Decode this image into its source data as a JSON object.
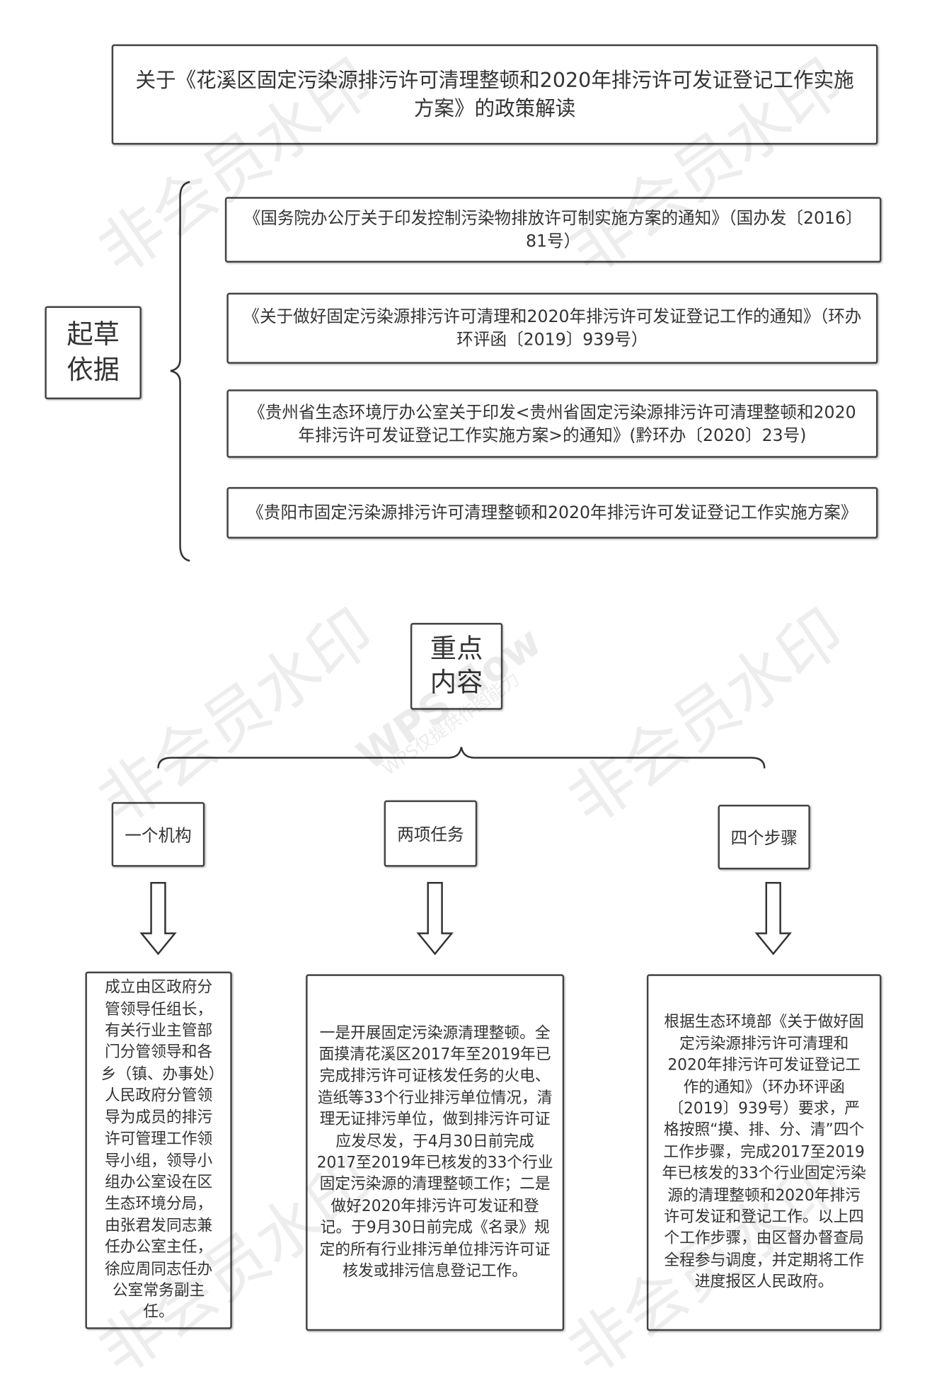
{
  "title": "关于《花溪区固定污染源排污许可清理整顿和2020年排污许可发证登记工作实施方案》的政策解读",
  "basis": {
    "label": "起草依据",
    "items": [
      "《国务院办公厅关于印发控制污染物排放许可制实施方案的通知》（国办发〔2016〕81号）",
      "《关于做好固定污染源排污许可清理和2020年排污许可发证登记工作的通知》（环办环评函〔2019〕939号）",
      "《贵州省生态环境厅办公室关于印发<贵州省固定污染源排污许可清理整顿和2020年排污许可发证登记工作实施方案>的通知》(黔环办〔2020〕23号)",
      "《贵阳市固定污染源排污许可清理整顿和2020年排污许可发证登记工作实施方案》"
    ]
  },
  "key": {
    "label": "重点内容",
    "branches": [
      {
        "label": "一个机构",
        "content": "成立由区政府分管领导任组长，有关行业主管部门分管领导和各乡（镇、办事处）人民政府分管领导为成员的排污许可管理工作领导小组，领导小组办公室设在区生态环境分局，由张君发同志兼任办公室主任，徐应周同志任办公室常务副主任。"
      },
      {
        "label": "两项任务",
        "content": "一是开展固定污染源清理整顿。全面摸清花溪区2017年至2019年已完成排污许可证核发任务的火电、造纸等33个行业排污单位情况，清理无证排污单位，做到排污许可证应发尽发，于4月30日前完成2017至2019年已核发的33个行业固定污染源的清理整顿工作；二是做好2020年排污许可发证和登记。于9月30日前完成《名录》规定的所有行业排污单位排污许可证核发或排污信息登记工作。"
      },
      {
        "label": "四个步骤",
        "content": "根据生态环境部《关于做好固定污染源排污许可清理和2020年排污许可发证登记工作的通知》（环办环评函〔2019〕939号）要求，严格按照“摸、排、分、清”四个工作步骤，完成2017至2019年已核发的33个行业固定污染源的清理整顿和2020年排污许可发证和登记工作。以上四个工作步骤，由区督办督查局全程参与调度，并定期将工作进度报区人民政府。"
      }
    ]
  },
  "watermark": {
    "text": "非会员水印",
    "wps_logo": "WPS flow",
    "wps_note": "WPS仅提供作图能力"
  }
}
